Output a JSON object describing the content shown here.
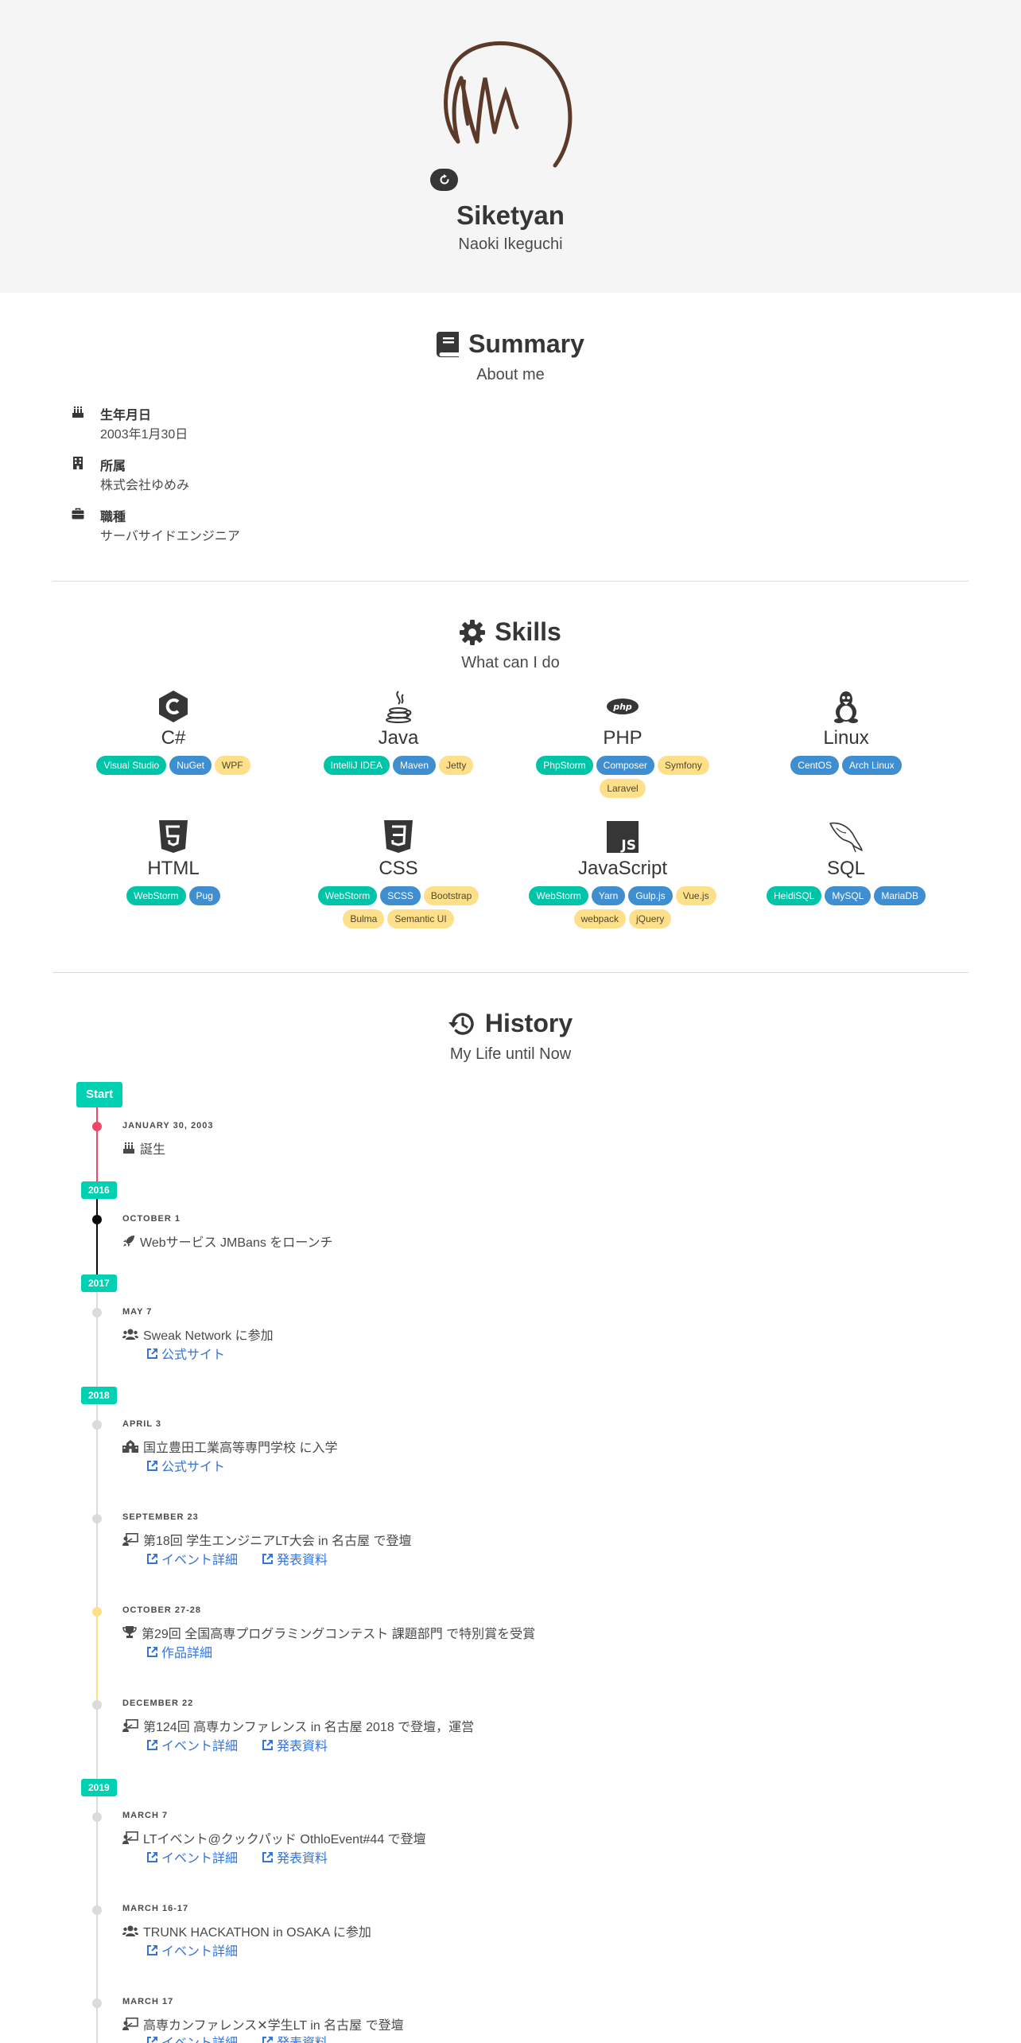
{
  "profile": {
    "name": "Siketyan",
    "real_name": "Naoki Ikeguchi",
    "refresh_icon": "rotate-icon"
  },
  "summary": {
    "title": "Summary",
    "subtitle": "About me",
    "items": [
      {
        "icon": "birthday-cake-icon",
        "label": "生年月日",
        "value": "2003年1月30日"
      },
      {
        "icon": "building-icon",
        "label": "所属",
        "value": "株式会社ゆめみ"
      },
      {
        "icon": "briefcase-icon",
        "label": "職種",
        "value": "サーバサイドエンジニア"
      }
    ]
  },
  "skills": {
    "title": "Skills",
    "subtitle": "What can I do",
    "items": [
      {
        "name": "C#",
        "icon": "csharp-icon",
        "tags": [
          {
            "label": "Visual Studio",
            "color": "green"
          },
          {
            "label": "NuGet",
            "color": "blue"
          },
          {
            "label": "WPF",
            "color": "yellow"
          }
        ]
      },
      {
        "name": "Java",
        "icon": "java-icon",
        "tags": [
          {
            "label": "IntelliJ IDEA",
            "color": "green"
          },
          {
            "label": "Maven",
            "color": "blue"
          },
          {
            "label": "Jetty",
            "color": "yellow"
          }
        ]
      },
      {
        "name": "PHP",
        "icon": "php-icon",
        "tags": [
          {
            "label": "PhpStorm",
            "color": "green"
          },
          {
            "label": "Composer",
            "color": "blue"
          },
          {
            "label": "Symfony",
            "color": "yellow"
          },
          {
            "label": "Laravel",
            "color": "yellow"
          }
        ]
      },
      {
        "name": "Linux",
        "icon": "linux-icon",
        "tags": [
          {
            "label": "CentOS",
            "color": "blue"
          },
          {
            "label": "Arch Linux",
            "color": "blue"
          }
        ]
      },
      {
        "name": "HTML",
        "icon": "html5-icon",
        "tags": [
          {
            "label": "WebStorm",
            "color": "green"
          },
          {
            "label": "Pug",
            "color": "blue"
          }
        ]
      },
      {
        "name": "CSS",
        "icon": "css3-icon",
        "tags": [
          {
            "label": "WebStorm",
            "color": "green"
          },
          {
            "label": "SCSS",
            "color": "blue"
          },
          {
            "label": "Bootstrap",
            "color": "yellow"
          },
          {
            "label": "Bulma",
            "color": "yellow"
          },
          {
            "label": "Semantic UI",
            "color": "yellow"
          }
        ]
      },
      {
        "name": "JavaScript",
        "icon": "javascript-icon",
        "tags": [
          {
            "label": "WebStorm",
            "color": "green"
          },
          {
            "label": "Yarn",
            "color": "blue"
          },
          {
            "label": "Gulp.js",
            "color": "blue"
          },
          {
            "label": "Vue.js",
            "color": "yellow"
          },
          {
            "label": "webpack",
            "color": "yellow"
          },
          {
            "label": "jQuery",
            "color": "yellow"
          }
        ]
      },
      {
        "name": "SQL",
        "icon": "mysql-dolphin-icon",
        "tags": [
          {
            "label": "HeidiSQL",
            "color": "green"
          },
          {
            "label": "MySQL",
            "color": "blue"
          },
          {
            "label": "MariaDB",
            "color": "blue"
          }
        ]
      }
    ]
  },
  "history": {
    "title": "History",
    "subtitle": "My Life until Now",
    "start_label": "Start",
    "years": [
      "2016",
      "2017",
      "2018",
      "2019"
    ],
    "events": [
      {
        "date": "JANUARY 30, 2003",
        "icon": "birthday-cake-icon",
        "text": "誕生",
        "links": []
      },
      {
        "date": "OCTOBER 1",
        "icon": "rocket-icon",
        "text": "Webサービス JMBans をローンチ",
        "links": []
      },
      {
        "date": "MAY 7",
        "icon": "users-icon",
        "text": "Sweak Network に参加",
        "links": [
          "公式サイト"
        ]
      },
      {
        "date": "APRIL 3",
        "icon": "school-icon",
        "text": "国立豊田工業高等専門学校 に入学",
        "links": [
          "公式サイト"
        ]
      },
      {
        "date": "SEPTEMBER 23",
        "icon": "presenter-icon",
        "text": "第18回 学生エンジニアLT大会 in 名古屋 で登壇",
        "links": [
          "イベント詳細",
          "発表資料"
        ]
      },
      {
        "date": "OCTOBER 27-28",
        "icon": "trophy-icon",
        "text": "第29回 全国高専プログラミングコンテスト 課題部門 で特別賞を受賞",
        "links": [
          "作品詳細"
        ]
      },
      {
        "date": "DECEMBER 22",
        "icon": "presenter-icon",
        "text": "第124回 高専カンファレンス in 名古屋 2018 で登壇，運営",
        "links": [
          "イベント詳細",
          "発表資料"
        ]
      },
      {
        "date": "MARCH 7",
        "icon": "presenter-icon",
        "text": "LTイベント@クックパッド OthloEvent#44 で登壇",
        "links": [
          "イベント詳細",
          "発表資料"
        ]
      },
      {
        "date": "MARCH 16-17",
        "icon": "users-icon",
        "text": "TRUNK HACKATHON in OSAKA に参加",
        "links": [
          "イベント詳細"
        ]
      },
      {
        "date": "MARCH 17",
        "icon": "presenter-icon",
        "text": "高専カンファレンス✕学生LT in 名古屋 で登壇",
        "links": [
          "イベント詳細",
          "発表資料"
        ]
      }
    ]
  },
  "colors": {
    "tag_green": "#00c4a7",
    "tag_blue": "#3e8ed0",
    "tag_yellow": "#ffe08a",
    "primary": "#00d1b2",
    "link": "#3273dc",
    "marker_red": "#f14668",
    "marker_dark": "#0a0a0a",
    "marker_yellow": "#ffe08a",
    "marker_grey": "#dbdbdb"
  }
}
